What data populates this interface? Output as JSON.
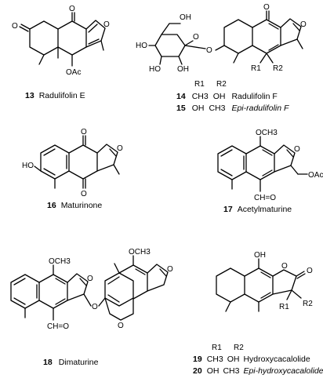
{
  "compounds": [
    {
      "num": "13",
      "name": "Radulifolin E",
      "atoms": {
        "o_ketone": "O",
        "o_ring_ketone": "O",
        "o_furan": "O",
        "oac": "OAc"
      }
    },
    {
      "num": "14",
      "name": "Radulifolin F",
      "r1": "CH3",
      "r2": "OH"
    },
    {
      "num": "15",
      "name": "Epi-radulifolin F",
      "r1": "OH",
      "r2": "CH3"
    },
    {
      "num": "16",
      "name": "Maturinone",
      "atoms": {
        "ho": "HO",
        "o_top": "O",
        "o_bottom": "O",
        "o_furan": "O"
      }
    },
    {
      "num": "17",
      "name": "Acetylmaturine",
      "atoms": {
        "och3": "OCH3",
        "o_furan": "O",
        "cho": "CH=O",
        "oac": "OAc"
      }
    },
    {
      "num": "18",
      "name": "Dimaturine",
      "atoms": {
        "och3_left": "OCH3",
        "och3_right": "OCH3",
        "o_furan_left": "O",
        "o_furan_right": "O",
        "cho": "CH=O",
        "o_link": "O",
        "o_ring": "O"
      }
    },
    {
      "num": "19",
      "name": "Hydroxycacalolide",
      "r1": "CH3",
      "r2": "OH"
    },
    {
      "num": "20",
      "name": "Epi-hydroxycacalolide",
      "r1": "OH",
      "r2": "CH3"
    }
  ],
  "sugar_atoms": {
    "oh1": "OH",
    "ho_left": "HO",
    "ho_mid": "HO",
    "oh_bottom": "OH",
    "o_ring": "O",
    "o_link": "O"
  },
  "f14_atoms": {
    "o_top": "O",
    "o_furan": "O",
    "r1": "R1",
    "r2": "R2"
  },
  "f19_atoms": {
    "oh": "OH",
    "o_lactone": "O",
    "o_carbonyl": "O",
    "r1": "R1",
    "r2": "R2"
  },
  "table_headers": {
    "r1": "R1",
    "r2": "R2"
  }
}
